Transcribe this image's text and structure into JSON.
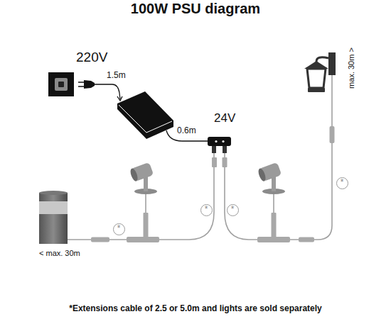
{
  "diagram": {
    "title": "100W PSU diagram",
    "caption": "*Extensions cable of 2.5 or 5.0m and lights are sold separately",
    "nodes": [
      {
        "text": [
          "*"
        ]
      },
      {
        "text": [
          "*"
        ]
      },
      {
        "text": [
          "*"
        ]
      },
      {
        "text": [
          "*"
        ]
      }
    ],
    "labels": [
      "220V",
      "1.5m",
      "0.6m",
      "24V",
      "< max. 30m",
      "max. 30m >"
    ]
  }
}
